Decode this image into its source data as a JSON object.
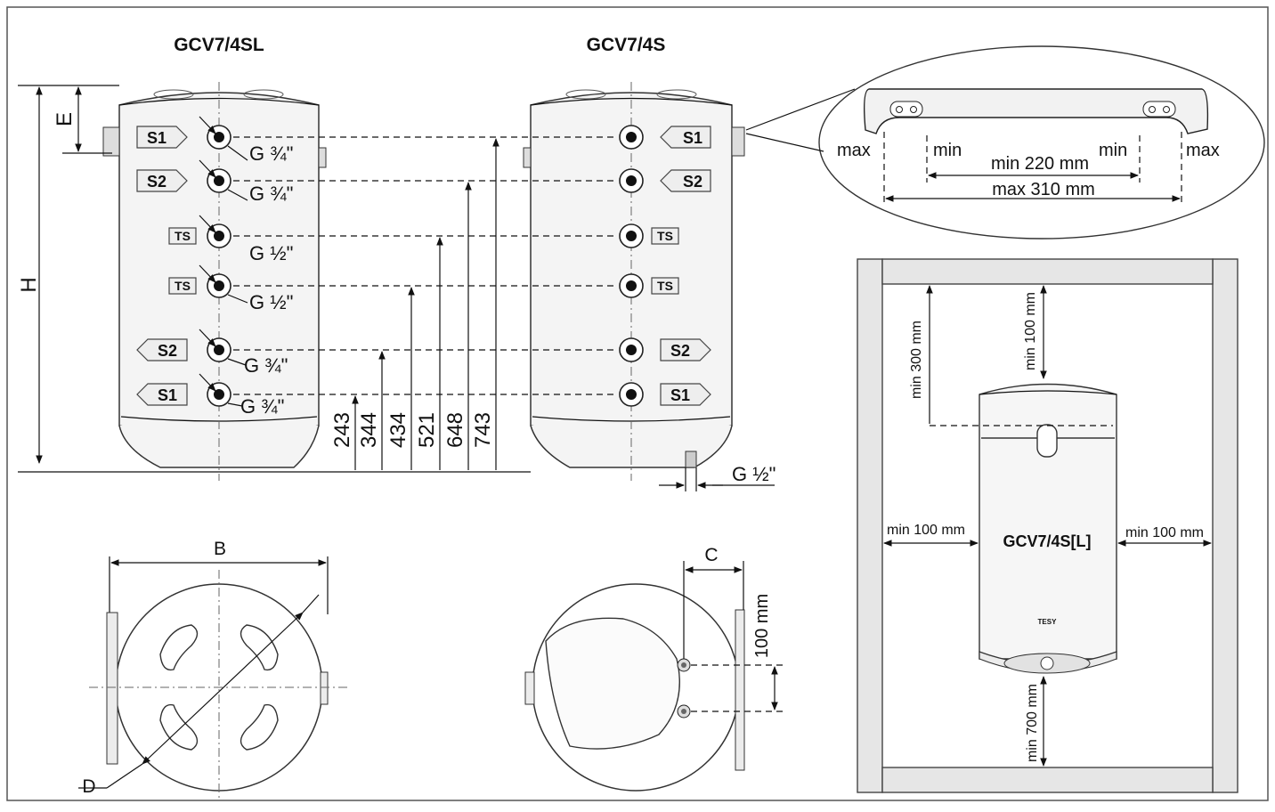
{
  "front_view": {
    "left_model": "GCV7/4SL",
    "right_model": "GCV7/4S",
    "h_label": "H",
    "e_label": "E",
    "ports_left": [
      {
        "tag": "S1",
        "thread": "G ¾\""
      },
      {
        "tag": "S2",
        "thread": "G ¾\""
      },
      {
        "tag": "TS",
        "thread": "G ½\""
      },
      {
        "tag": "TS",
        "thread": "G ½\""
      },
      {
        "tag": "S2",
        "thread": "G ¾\""
      },
      {
        "tag": "S1",
        "thread": "G ¾\""
      }
    ],
    "ports_right": [
      "S1",
      "S2",
      "TS",
      "TS",
      "S2",
      "S1"
    ],
    "heights": [
      "243",
      "344",
      "434",
      "521",
      "648",
      "743"
    ],
    "drain_thread": "G ½\""
  },
  "bracket_detail": {
    "max_left": "max",
    "min_left": "min",
    "min_right": "min",
    "max_right": "max",
    "min_span": "min 220 mm",
    "max_span": "max 310 mm"
  },
  "top_view": {
    "b_label": "B",
    "d_label": "D",
    "c_label": "C",
    "spacing": "100 mm"
  },
  "installation": {
    "model": "GCV7/4S[L]",
    "brand": "TESY",
    "top_clearance": "min 100 mm",
    "ceiling_clearance": "min 300 mm",
    "left_clearance": "min 100 mm",
    "right_clearance": "min 100 mm",
    "bottom_clearance": "min 700 mm"
  },
  "colors": {
    "line": "#111111",
    "body_fill": "#f4f4f4",
    "wall_fill": "#e6e6e6"
  }
}
